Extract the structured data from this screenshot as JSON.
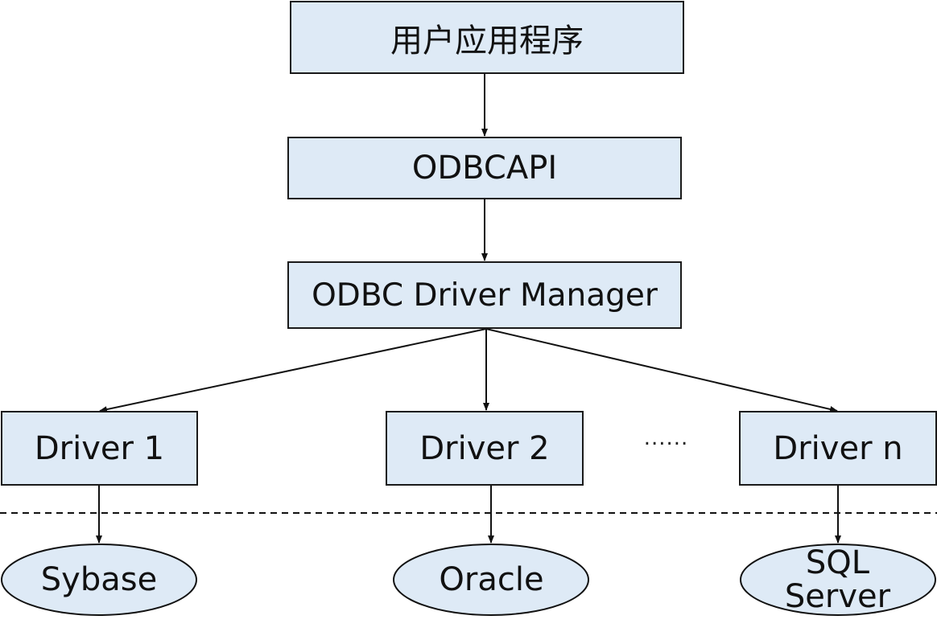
{
  "nodes": {
    "app": "用户应用程序",
    "api": "ODBCAPI",
    "driver_manager": "ODBC Driver Manager",
    "drivers": [
      "Driver 1",
      "Driver 2",
      "Driver n"
    ],
    "ellipsis": "......"
  },
  "databases": {
    "db1": "Sybase",
    "db2": "Oracle",
    "db3_line1": "SQL",
    "db3_line2": "Server"
  },
  "colors": {
    "box_fill": "#deeaf6",
    "stroke": "#1a1a1a"
  }
}
